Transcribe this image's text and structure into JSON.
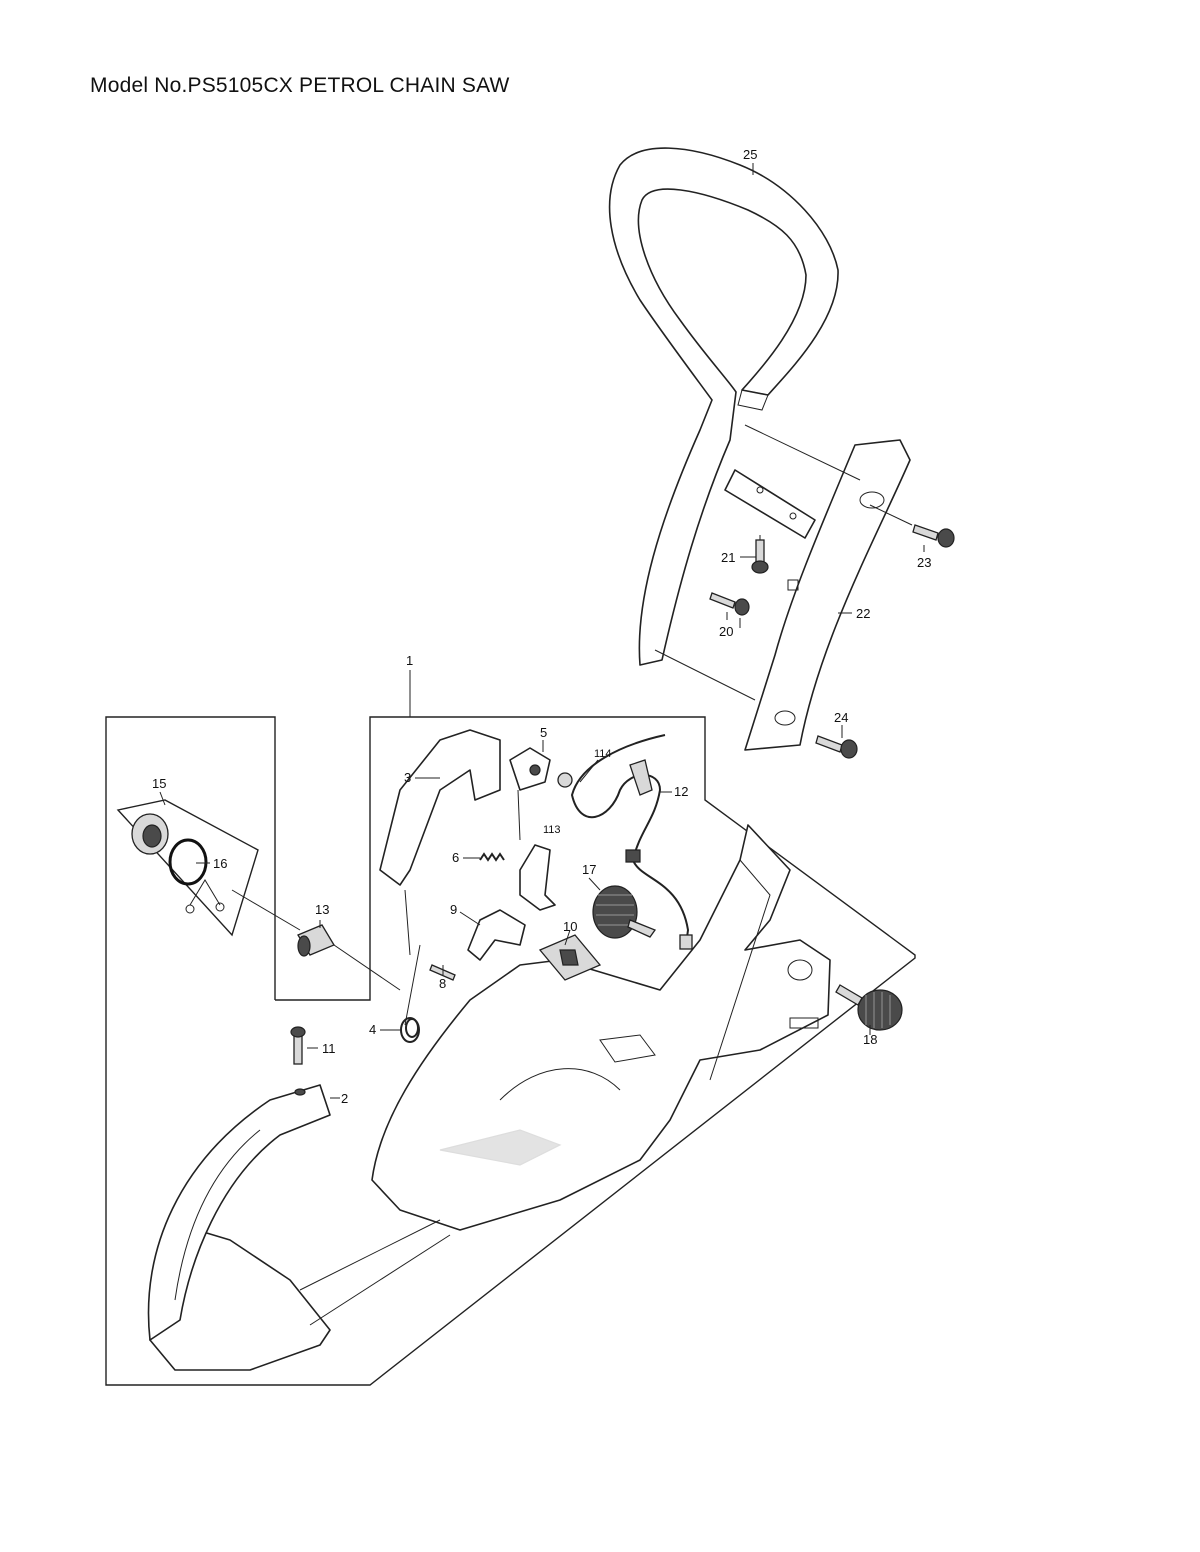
{
  "title": "Model No.PS5105CX PETROL CHAIN SAW",
  "parts": [
    {
      "id": "1",
      "label": "1"
    },
    {
      "id": "2",
      "label": "2"
    },
    {
      "id": "3",
      "label": "3"
    },
    {
      "id": "4",
      "label": "4"
    },
    {
      "id": "5",
      "label": "5"
    },
    {
      "id": "6",
      "label": "6"
    },
    {
      "id": "8",
      "label": "8"
    },
    {
      "id": "9",
      "label": "9"
    },
    {
      "id": "10",
      "label": "10"
    },
    {
      "id": "11",
      "label": "11"
    },
    {
      "id": "12",
      "label": "12"
    },
    {
      "id": "13",
      "label": "13"
    },
    {
      "id": "15",
      "label": "15"
    },
    {
      "id": "16",
      "label": "16"
    },
    {
      "id": "17",
      "label": "17"
    },
    {
      "id": "18",
      "label": "18"
    },
    {
      "id": "20",
      "label": "20"
    },
    {
      "id": "21",
      "label": "21"
    },
    {
      "id": "22",
      "label": "22"
    },
    {
      "id": "23",
      "label": "23"
    },
    {
      "id": "24",
      "label": "24"
    },
    {
      "id": "25",
      "label": "25"
    },
    {
      "id": "113",
      "label": "113"
    },
    {
      "id": "114",
      "label": "114"
    }
  ]
}
